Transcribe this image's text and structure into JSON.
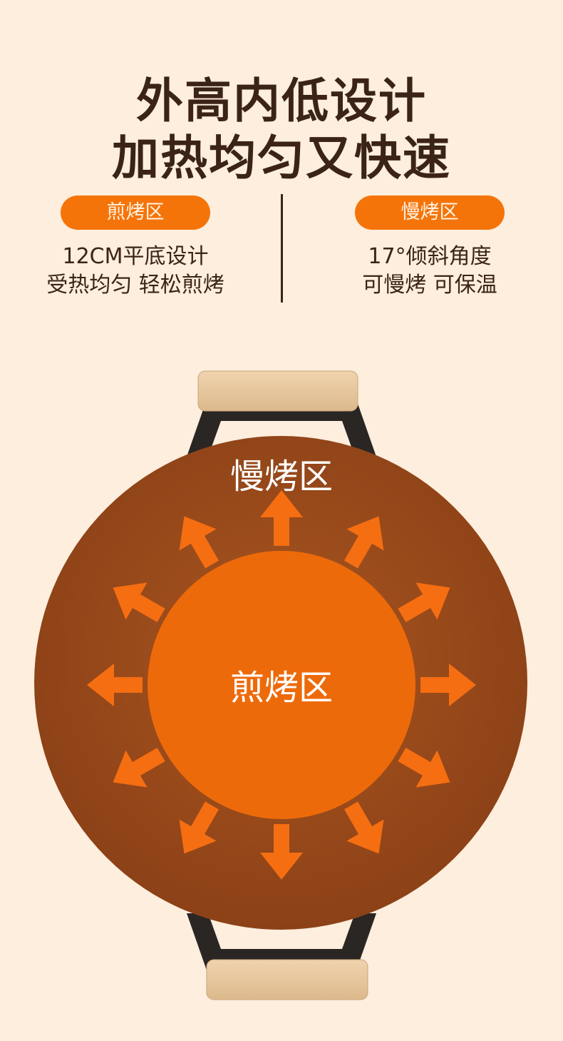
{
  "headline": {
    "line1": "外高内低设计",
    "line2": "加热均匀又快速"
  },
  "left": {
    "badge": "煎烤区",
    "line1": "12CM平底设计",
    "line2": "受热均匀 轻松煎烤"
  },
  "right": {
    "badge": "慢烤区",
    "line1": "17°倾斜角度",
    "line2": "可慢烤 可保温"
  },
  "pan": {
    "outer_label": "慢烤区",
    "inner_label": "煎烤区"
  },
  "colors": {
    "background": "#fdeedd",
    "accent": "#f57409",
    "text": "#3b2417",
    "pan": "#9a4a1c",
    "wood": "#e8c9a0"
  }
}
